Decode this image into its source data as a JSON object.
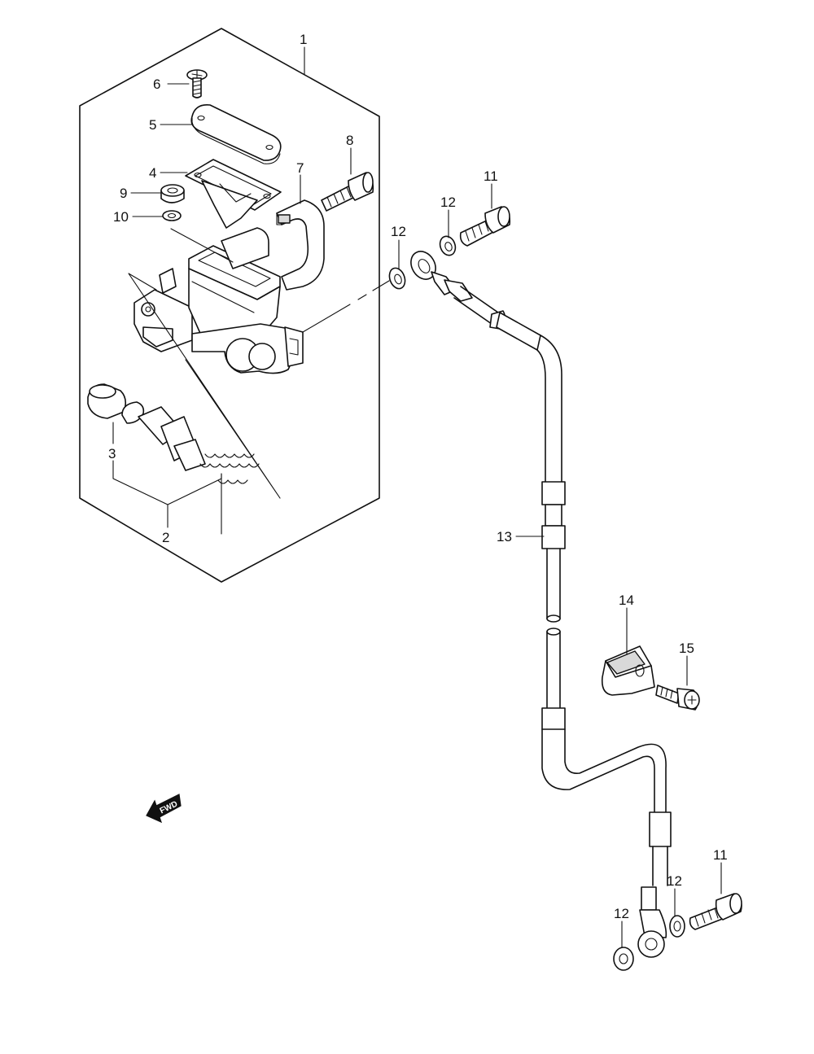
{
  "callouts": [
    {
      "id": "1",
      "text": "1"
    },
    {
      "id": "2",
      "text": "2"
    },
    {
      "id": "3",
      "text": "3"
    },
    {
      "id": "4",
      "text": "4"
    },
    {
      "id": "5",
      "text": "5"
    },
    {
      "id": "6",
      "text": "6"
    },
    {
      "id": "7",
      "text": "7"
    },
    {
      "id": "8",
      "text": "8"
    },
    {
      "id": "9",
      "text": "9"
    },
    {
      "id": "10",
      "text": "10"
    },
    {
      "id": "11a",
      "text": "11"
    },
    {
      "id": "12a",
      "text": "12"
    },
    {
      "id": "12b",
      "text": "12"
    },
    {
      "id": "13",
      "text": "13"
    },
    {
      "id": "14",
      "text": "14"
    },
    {
      "id": "15",
      "text": "15"
    },
    {
      "id": "11b",
      "text": "11"
    },
    {
      "id": "12c",
      "text": "12"
    },
    {
      "id": "12d",
      "text": "12"
    }
  ],
  "fwd_marker": {
    "text": "FWD"
  }
}
